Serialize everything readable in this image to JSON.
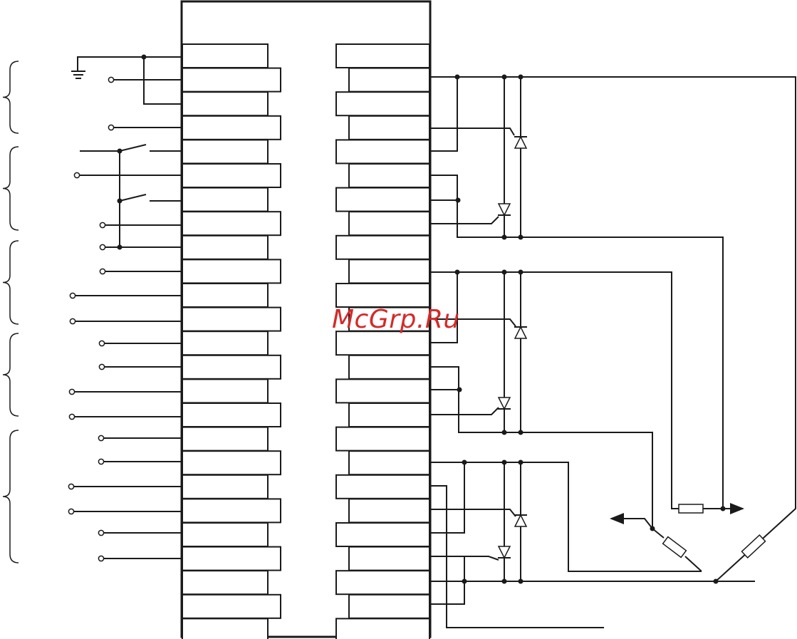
{
  "watermark": {
    "text": "McGrp.Ru"
  },
  "colors": {
    "ink": "#1a1a1a",
    "watermark": "#d42a2a",
    "background": "#ffffff"
  },
  "schematic": {
    "component": "connector-block",
    "left_pin_rows": 25,
    "right_pin_rows": 25,
    "input_groups": 5,
    "thyristor_stages": 3
  }
}
